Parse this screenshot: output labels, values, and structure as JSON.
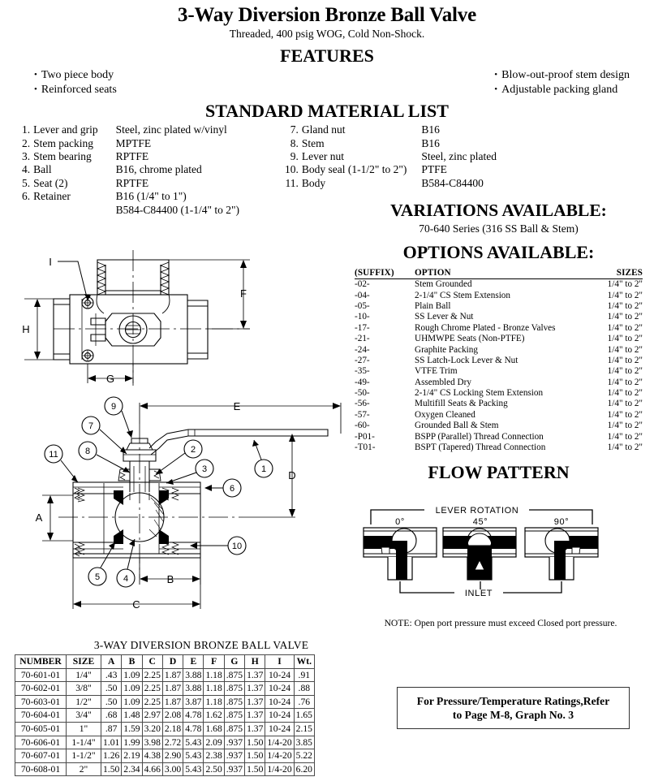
{
  "header": {
    "title": "3-Way Diversion Bronze Ball Valve",
    "subtitle": "Threaded, 400 psig WOG, Cold Non-Shock.",
    "features_heading": "FEATURES",
    "features_left": [
      "Two piece body",
      "Reinforced seats"
    ],
    "features_right": [
      "Blow-out-proof stem design",
      "Adjustable packing gland"
    ]
  },
  "material_list": {
    "heading": "STANDARD MATERIAL LIST",
    "left": [
      {
        "no": "1.",
        "part": "Lever and grip",
        "material": "Steel, zinc plated w/vinyl"
      },
      {
        "no": "2.",
        "part": "Stem packing",
        "material": "MPTFE"
      },
      {
        "no": "3.",
        "part": "Stem bearing",
        "material": "RPTFE"
      },
      {
        "no": "4.",
        "part": "Ball",
        "material": "B16, chrome plated"
      },
      {
        "no": "5.",
        "part": "Seat  (2)",
        "material": "RPTFE"
      },
      {
        "no": "6.",
        "part": "Retainer",
        "material": "B16 (1/4\" to 1\")"
      },
      {
        "no": "",
        "part": "",
        "material": "B584-C84400 (1-1/4\" to 2\")"
      }
    ],
    "right": [
      {
        "no": "7.",
        "part": "Gland nut",
        "material": "B16"
      },
      {
        "no": "8.",
        "part": "Stem",
        "material": "B16"
      },
      {
        "no": "9.",
        "part": "Lever nut",
        "material": "Steel, zinc plated"
      },
      {
        "no": "10.",
        "part": "Body seal (1-1/2\" to 2\")",
        "material": "PTFE"
      },
      {
        "no": "11.",
        "part": "Body",
        "material": "B584-C84400"
      }
    ]
  },
  "variations": {
    "heading": "VARIATIONS AVAILABLE:",
    "text": "70-640 Series (316 SS Ball & Stem)"
  },
  "options": {
    "heading": "OPTIONS AVAILABLE:",
    "columns": [
      "(SUFFIX)",
      "OPTION",
      "SIZES"
    ],
    "rows": [
      {
        "suffix": "-02-",
        "option": "Stem Grounded",
        "sizes": "1/4\" to 2\""
      },
      {
        "suffix": "-04-",
        "option": "2-1/4\" CS Stem Extension",
        "sizes": "1/4\" to 2\""
      },
      {
        "suffix": "-05-",
        "option": "Plain Ball",
        "sizes": "1/4\" to 2\""
      },
      {
        "suffix": "-10-",
        "option": "SS Lever & Nut",
        "sizes": "1/4\" to 2\""
      },
      {
        "suffix": "-17-",
        "option": "Rough Chrome Plated - Bronze Valves",
        "sizes": "1/4\" to 2\""
      },
      {
        "suffix": "-21-",
        "option": "UHMWPE Seats (Non-PTFE)",
        "sizes": "1/4\" to 2\""
      },
      {
        "suffix": "-24-",
        "option": "Graphite Packing",
        "sizes": "1/4\" to 2\""
      },
      {
        "suffix": "-27-",
        "option": "SS Latch-Lock Lever & Nut",
        "sizes": "1/4\" to 2\""
      },
      {
        "suffix": "-35-",
        "option": "VTFE Trim",
        "sizes": "1/4\" to 2\""
      },
      {
        "suffix": "-49-",
        "option": "Assembled Dry",
        "sizes": "1/4\" to 2\""
      },
      {
        "suffix": "-50-",
        "option": "2-1/4\" CS Locking Stem Extension",
        "sizes": "1/4\" to 2\""
      },
      {
        "suffix": "-56-",
        "option": "Multifill Seats & Packing",
        "sizes": "1/4\" to 2\""
      },
      {
        "suffix": "-57-",
        "option": "Oxygen Cleaned",
        "sizes": "1/4\" to 2\""
      },
      {
        "suffix": "-60-",
        "option": "Grounded Ball & Stem",
        "sizes": "1/4\" to 2\""
      },
      {
        "suffix": "-P01-",
        "option": "BSPP (Parallel) Thread Connection",
        "sizes": "1/4\" to 2\""
      },
      {
        "suffix": "-T01-",
        "option": "BSPT (Tapered) Thread Connection",
        "sizes": "1/4\" to 2\""
      }
    ]
  },
  "flow_pattern": {
    "heading": "FLOW PATTERN",
    "lever_rotation_label": "LEVER ROTATION",
    "inlet_label": "INLET",
    "positions": [
      "0°",
      "45°",
      "90°"
    ],
    "note": "NOTE: Open port pressure must exceed Closed port pressure."
  },
  "drawings": {
    "top_view_dimensions": [
      "I",
      "F",
      "H",
      "G"
    ],
    "section_dimensions": [
      "A",
      "B",
      "C",
      "D",
      "E"
    ],
    "balloons": [
      "1",
      "2",
      "3",
      "4",
      "5",
      "6",
      "7",
      "8",
      "9",
      "10",
      "11"
    ]
  },
  "dim_table": {
    "title": "3-WAY DIVERSION BRONZE BALL VALVE",
    "columns": [
      "NUMBER",
      "SIZE",
      "A",
      "B",
      "C",
      "D",
      "E",
      "F",
      "G",
      "H",
      "I",
      "Wt."
    ],
    "rows": [
      [
        "70-601-01",
        "1/4\"",
        ".43",
        "1.09",
        "2.25",
        "1.87",
        "3.88",
        "1.18",
        ".875",
        "1.37",
        "10-24",
        ".91"
      ],
      [
        "70-602-01",
        "3/8\"",
        ".50",
        "1.09",
        "2.25",
        "1.87",
        "3.88",
        "1.18",
        ".875",
        "1.37",
        "10-24",
        ".88"
      ],
      [
        "70-603-01",
        "1/2\"",
        ".50",
        "1.09",
        "2.25",
        "1.87",
        "3.87",
        "1.18",
        ".875",
        "1.37",
        "10-24",
        ".76"
      ],
      [
        "70-604-01",
        "3/4\"",
        ".68",
        "1.48",
        "2.97",
        "2.08",
        "4.78",
        "1.62",
        ".875",
        "1.37",
        "10-24",
        "1.65"
      ],
      [
        "70-605-01",
        "1\"",
        ".87",
        "1.59",
        "3.20",
        "2.18",
        "4.78",
        "1.68",
        ".875",
        "1.37",
        "10-24",
        "2.15"
      ],
      [
        "70-606-01",
        "1-1/4\"",
        "1.01",
        "1.99",
        "3.98",
        "2.72",
        "5.43",
        "2.09",
        ".937",
        "1.50",
        "1/4-20",
        "3.85"
      ],
      [
        "70-607-01",
        "1-1/2\"",
        "1.26",
        "2.19",
        "4.38",
        "2.90",
        "5.43",
        "2.38",
        ".937",
        "1.50",
        "1/4-20",
        "5.22"
      ],
      [
        "70-608-01",
        "2\"",
        "1.50",
        "2.34",
        "4.66",
        "3.00",
        "5.43",
        "2.50",
        ".937",
        "1.50",
        "1/4-20",
        "6.20"
      ]
    ]
  },
  "pressure_note": {
    "line1": "For Pressure/Temperature Ratings,Refer",
    "line2": "to Page M-8, Graph No. 3"
  }
}
